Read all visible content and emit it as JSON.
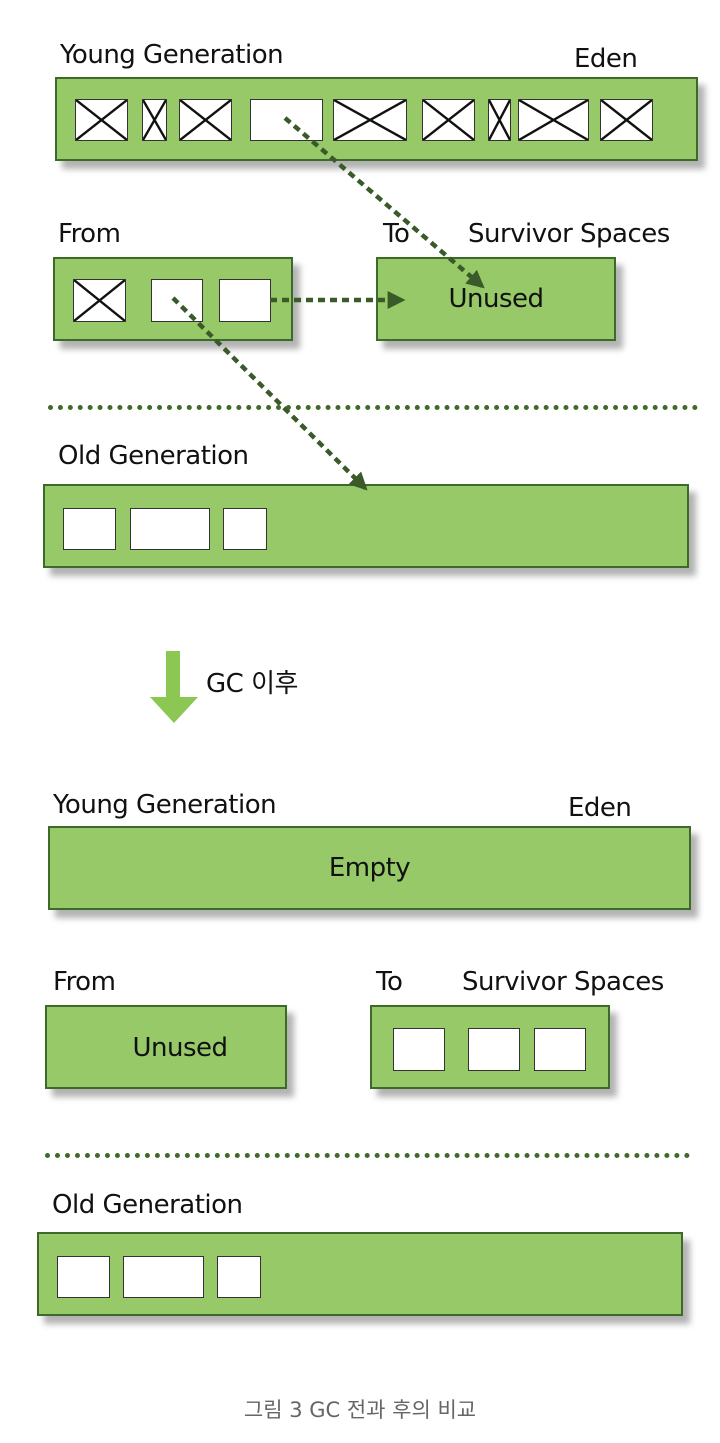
{
  "before": {
    "young_generation_label": "Young Generation",
    "eden_label": "Eden",
    "from_label": "From",
    "to_label": "To",
    "survivor_spaces_label": "Survivor Spaces",
    "to_space_text": "Unused",
    "old_generation_label": "Old Generation",
    "eden_objects": [
      "dead",
      "dead",
      "dead",
      "live",
      "dead",
      "dead",
      "dead",
      "dead",
      "dead"
    ],
    "from_objects": [
      "dead",
      "live",
      "live"
    ],
    "old_objects": [
      "live",
      "live",
      "live"
    ]
  },
  "transition": {
    "label": "GC 이후",
    "color": "#8cc653"
  },
  "after": {
    "young_generation_label": "Young Generation",
    "eden_label": "Eden",
    "eden_text": "Empty",
    "from_label": "From",
    "from_text": "Unused",
    "to_label": "To",
    "survivor_spaces_label": "Survivor Spaces",
    "to_objects": [
      "live",
      "live",
      "live"
    ],
    "old_generation_label": "Old Generation",
    "old_objects": [
      "live",
      "live",
      "live"
    ]
  },
  "caption": "그림 3 GC 전과 후의 비교",
  "colors": {
    "box_fill": "#97c968",
    "box_border": "#3c6a2a",
    "arrow": "#3a5a2a",
    "separator": "#3f6a2a"
  }
}
